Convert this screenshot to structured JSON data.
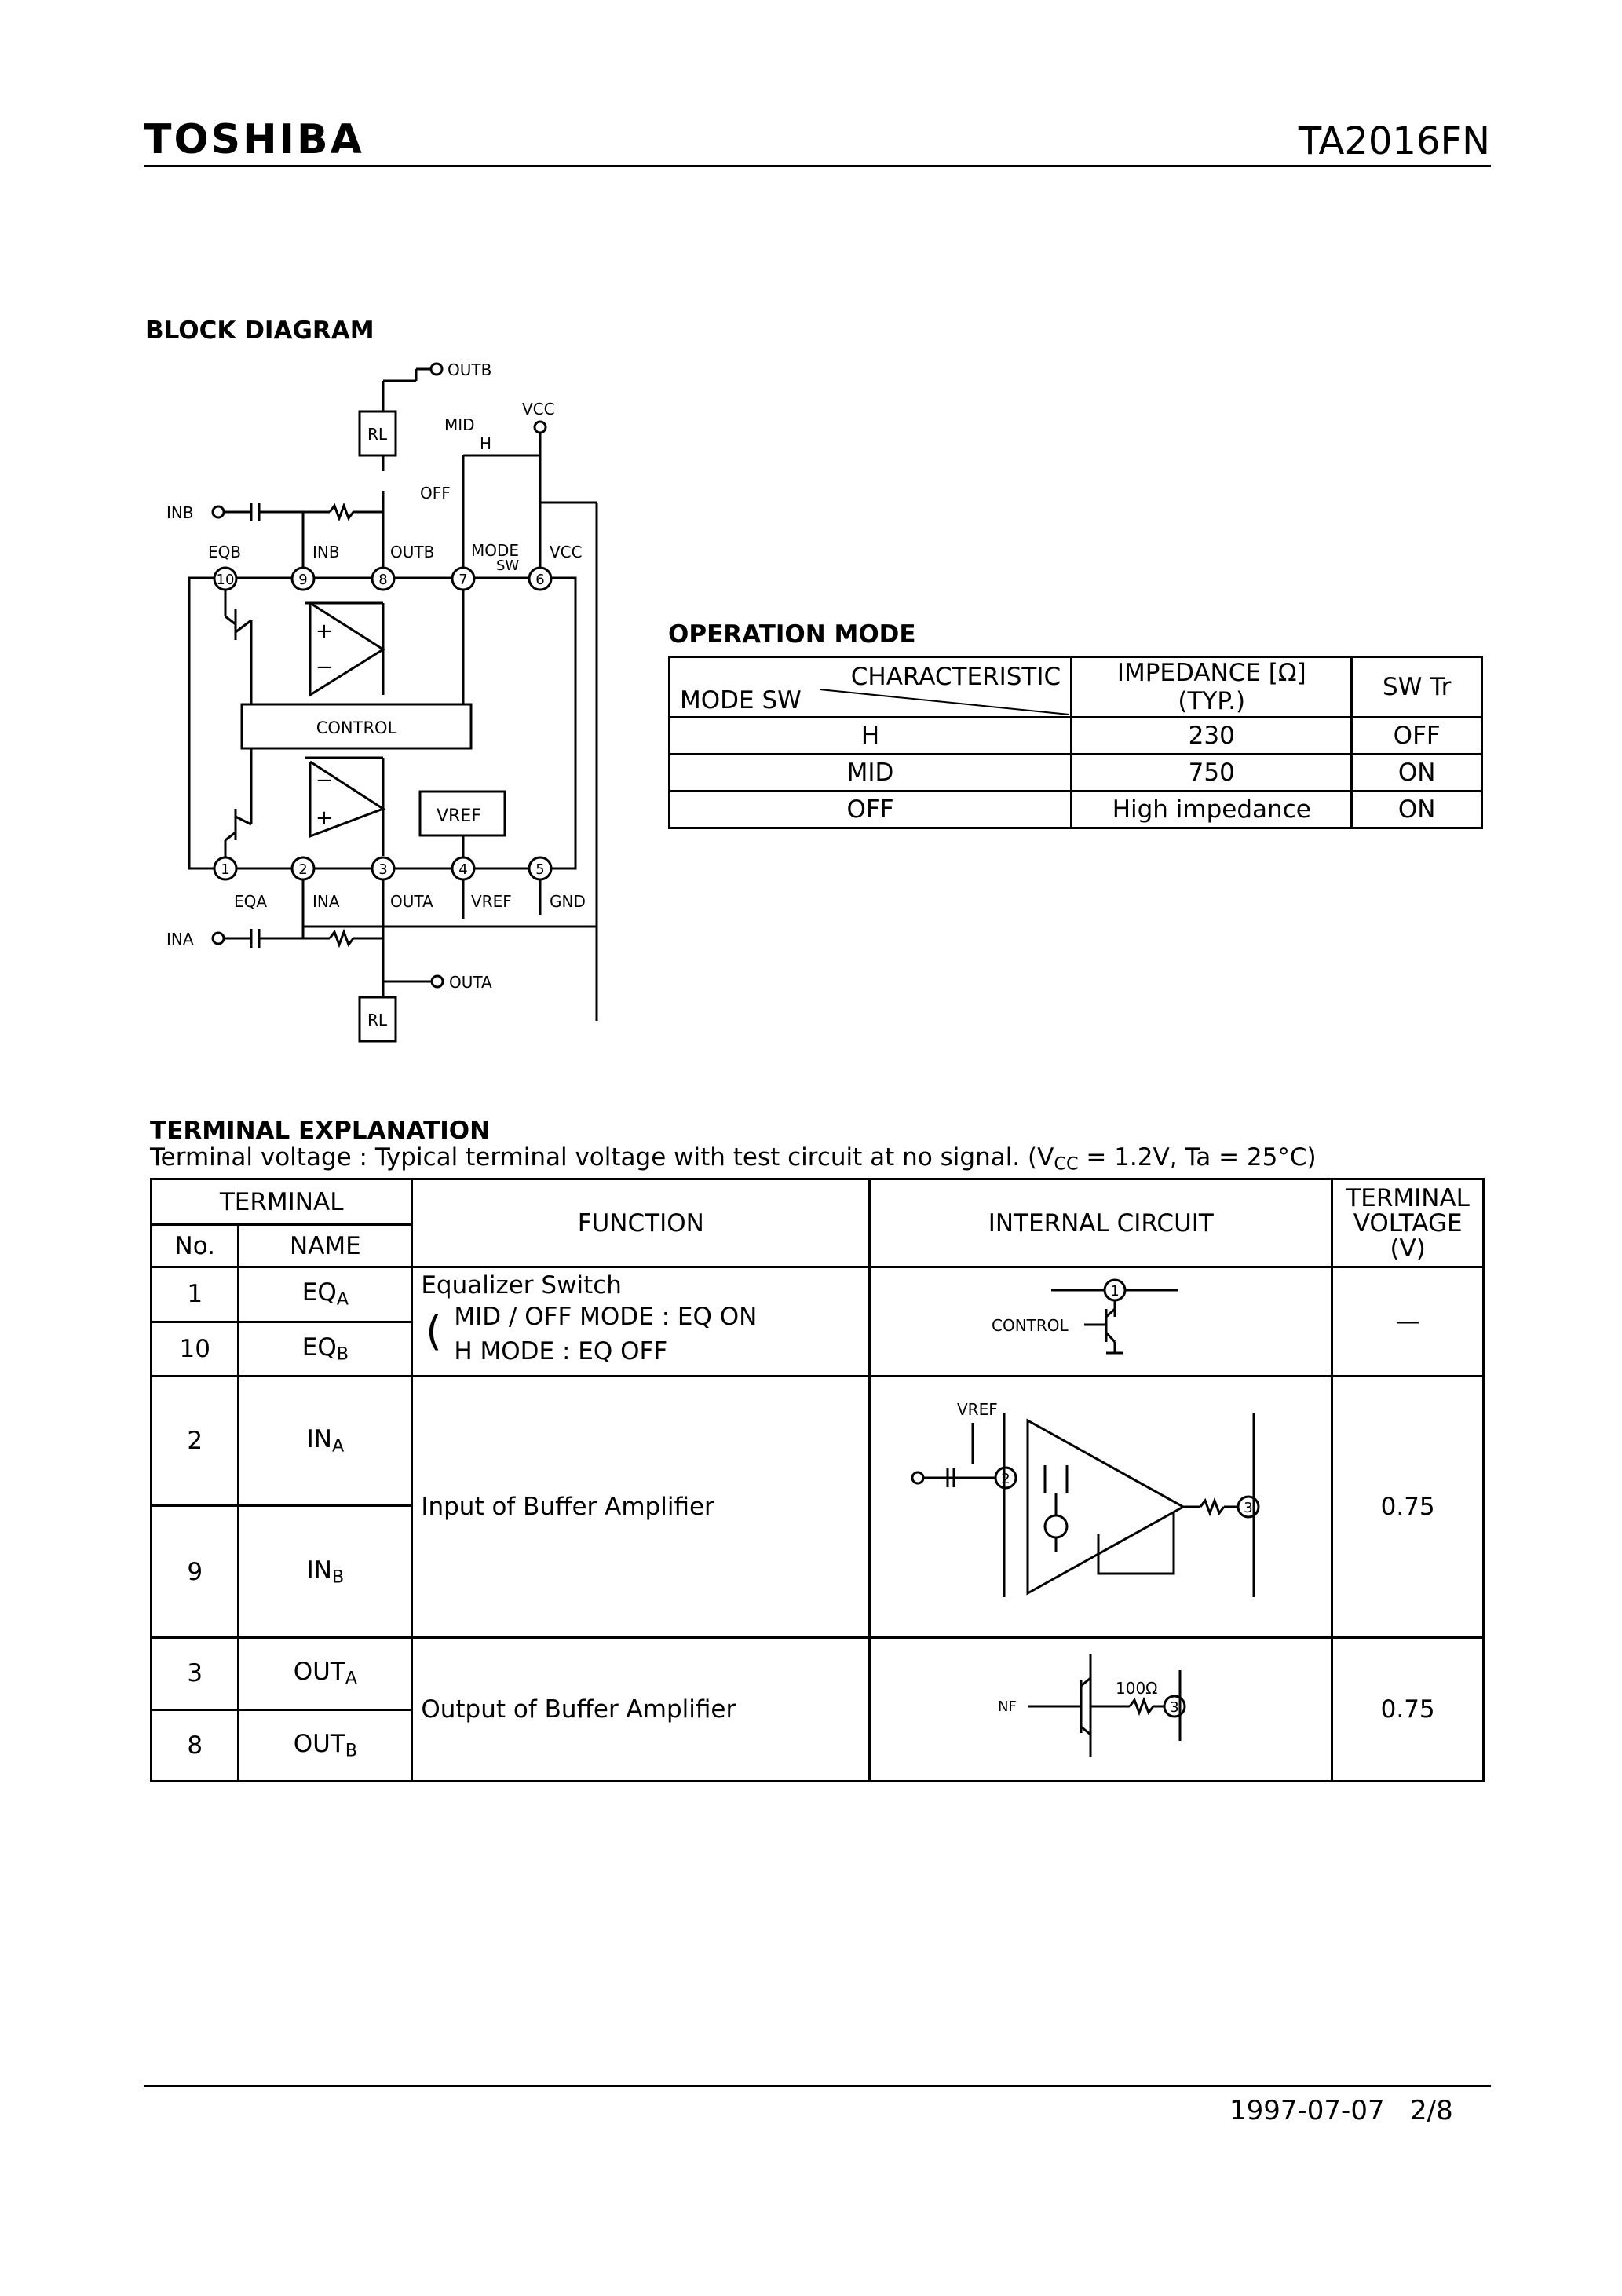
{
  "header": {
    "brand": "TOSHIBA",
    "part_number": "TA2016FN"
  },
  "block_diagram": {
    "title": "BLOCK DIAGRAM",
    "labels": {
      "out_b": "OUTB",
      "vcc_top": "VCC",
      "mid": "MID",
      "h": "H",
      "off": "OFF",
      "rl": "RL",
      "in_b": "INB",
      "in_a": "INA",
      "eq_b": "EQB",
      "inb_pin": "INB",
      "outb_pin": "OUTB",
      "mode_sw": "MODE",
      "sw": "SW",
      "vcc_pin": "VCC",
      "control": "CONTROL",
      "vref_block": "VREF",
      "eq_a": "EQA",
      "ina_pin": "INA",
      "outa_pin": "OUTA",
      "vref_pin": "VREF",
      "gnd": "GND",
      "out_a": "OUTA"
    },
    "pins_top": [
      "10",
      "9",
      "8",
      "7",
      "6"
    ],
    "pins_bottom": [
      "1",
      "2",
      "3",
      "4",
      "5"
    ]
  },
  "operation_mode": {
    "title": "OPERATION MODE",
    "header_characteristic": "CHARACTERISTIC",
    "header_mode_sw": "MODE SW",
    "header_impedance_1": "IMPEDANCE [Ω]",
    "header_impedance_2": "(TYP.)",
    "header_sw_tr": "SW Tr",
    "rows": [
      {
        "mode": "H",
        "impedance": "230",
        "sw_tr": "OFF"
      },
      {
        "mode": "MID",
        "impedance": "750",
        "sw_tr": "ON"
      },
      {
        "mode": "OFF",
        "impedance": "High impedance",
        "sw_tr": "ON"
      }
    ]
  },
  "terminal_explanation": {
    "title": "TERMINAL EXPLANATION",
    "note_prefix": "Terminal voltage : Typical terminal voltage with test circuit at no signal. (V",
    "note_sub": "CC",
    "note_suffix": " = 1.2V, Ta = 25°C)",
    "headers": {
      "terminal": "TERMINAL",
      "no": "No.",
      "name": "NAME",
      "function": "FUNCTION",
      "internal_circuit": "INTERNAL CIRCUIT",
      "voltage_1": "TERMINAL",
      "voltage_2": "VOLTAGE",
      "voltage_3": "(V)"
    },
    "rows": [
      {
        "no": "1",
        "name": "EQ",
        "name_sub": "A"
      },
      {
        "no": "10",
        "name": "EQ",
        "name_sub": "B"
      },
      {
        "no": "2",
        "name": "IN",
        "name_sub": "A"
      },
      {
        "no": "9",
        "name": "IN",
        "name_sub": "B"
      },
      {
        "no": "3",
        "name": "OUT",
        "name_sub": "A"
      },
      {
        "no": "8",
        "name": "OUT",
        "name_sub": "B"
      }
    ],
    "eq_function": {
      "title": "Equalizer Switch",
      "line1": "MID / OFF MODE  :  EQ ON",
      "line2": "H MODE              :  EQ OFF"
    },
    "eq_voltage": "—",
    "eq_circuit": {
      "control": "CONTROL",
      "pin": "1"
    },
    "in_function": "Input of Buffer Amplifier",
    "in_voltage": "0.75",
    "in_circuit": {
      "vref": "VREF",
      "pin_in": "2",
      "pin_out": "3"
    },
    "out_function": "Output of Buffer Amplifier",
    "out_voltage": "0.75",
    "out_circuit": {
      "nf": "NF",
      "resistor": "100Ω",
      "pin": "3"
    }
  },
  "footer": {
    "date": "1997-07-07",
    "page": "2/8"
  }
}
